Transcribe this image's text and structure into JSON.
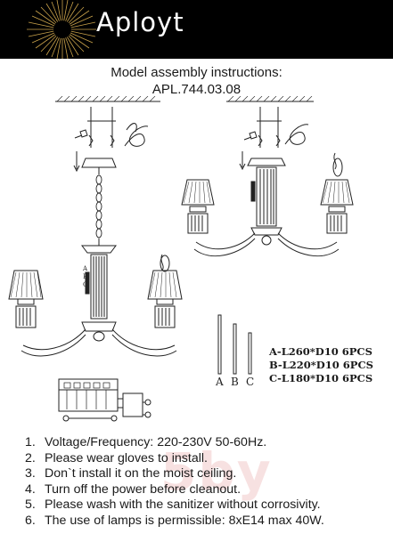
{
  "header": {
    "brand": "Aployt",
    "bg_color": "#000000",
    "text_color": "#ffffff",
    "sunburst_color": "#c9a24a"
  },
  "doc": {
    "title": "Model assembly instructions:",
    "model": "APL.744.03.08"
  },
  "rods": {
    "letters": [
      "A",
      "B",
      "C"
    ],
    "specs": [
      "A-L260*D10 6PCS",
      "B-L220*D10 6PCS",
      "C-L180*D10 6PCS"
    ]
  },
  "steps": [
    {
      "num": "1.",
      "text": "Voltage/Frequency: 220-230V 50-60Hz."
    },
    {
      "num": "2.",
      "text": "Please wear gloves to install."
    },
    {
      "num": "3.",
      "text": "Don`t install it on the moist ceiling."
    },
    {
      "num": "4.",
      "text": "Turn off the power before cleanout."
    },
    {
      "num": "5.",
      "text": "Please wash with the sanitizer without corrosivity."
    },
    {
      "num": "6.",
      "text": "The use of lamps is permissible: 8xE14 max 40W."
    }
  ],
  "watermark": "5by"
}
